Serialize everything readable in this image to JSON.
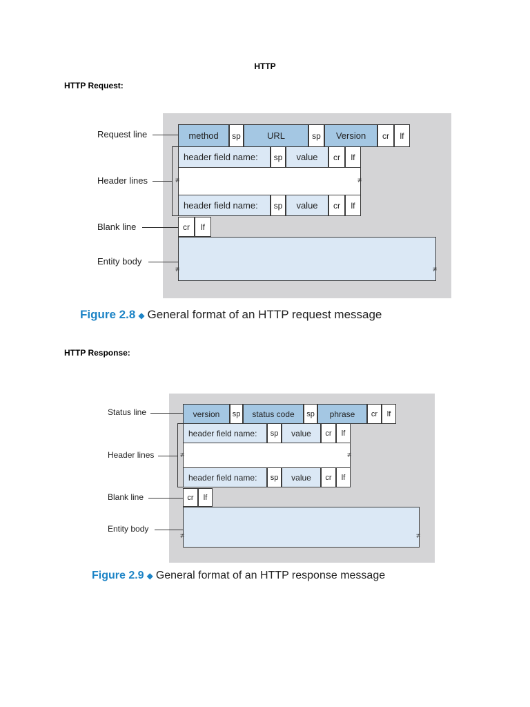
{
  "page": {
    "title": "HTTP",
    "request_section": "HTTP Request:",
    "response_section": "HTTP Response:"
  },
  "request": {
    "side_labels": {
      "request_line": "Request line",
      "header_lines": "Header lines",
      "blank_line": "Blank line",
      "entity_body": "Entity body"
    },
    "request_line": [
      "method",
      "sp",
      "URL",
      "sp",
      "Version",
      "cr",
      "lf"
    ],
    "header_line": [
      "header field name:",
      "sp",
      "value",
      "cr",
      "lf"
    ],
    "blank_line": [
      "cr",
      "lf"
    ],
    "caption": {
      "figure": "Figure 2.8",
      "text": "General format of an HTTP request message"
    }
  },
  "response": {
    "side_labels": {
      "status_line": "Status line",
      "header_lines": "Header lines",
      "blank_line": "Blank line",
      "entity_body": "Entity body"
    },
    "status_line": [
      "version",
      "sp",
      "status code",
      "sp",
      "phrase",
      "cr",
      "lf"
    ],
    "header_line": [
      "header field name:",
      "sp",
      "value",
      "cr",
      "lf"
    ],
    "blank_line": [
      "cr",
      "lf"
    ],
    "caption": {
      "figure": "Figure 2.9",
      "text": "General format of an HTTP response message"
    }
  },
  "colors": {
    "field_blue": "#a4c7e3",
    "body_light": "#dbe8f5",
    "panel_gray": "#d4d4d6",
    "figure_blue": "#1d84c6"
  }
}
